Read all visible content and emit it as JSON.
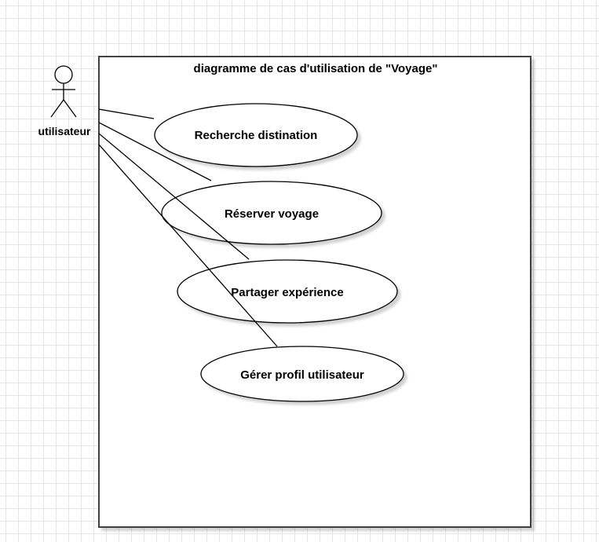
{
  "diagram": {
    "system_boundary": {
      "title": "diagramme de cas d'utilisation de \"Voyage\""
    },
    "actor": {
      "name": "utilisateur"
    },
    "use_cases": [
      {
        "label": "Recherche distination"
      },
      {
        "label": "Réserver voyage"
      },
      {
        "label": "Partager expérience"
      },
      {
        "label": "Gérer profil utilisateur"
      }
    ],
    "colors": {
      "stroke": "#000000",
      "boundary_stroke": "#404040",
      "shadow": "#d9d9d9",
      "grid": "#e6e6e6",
      "fill": "#ffffff"
    }
  }
}
